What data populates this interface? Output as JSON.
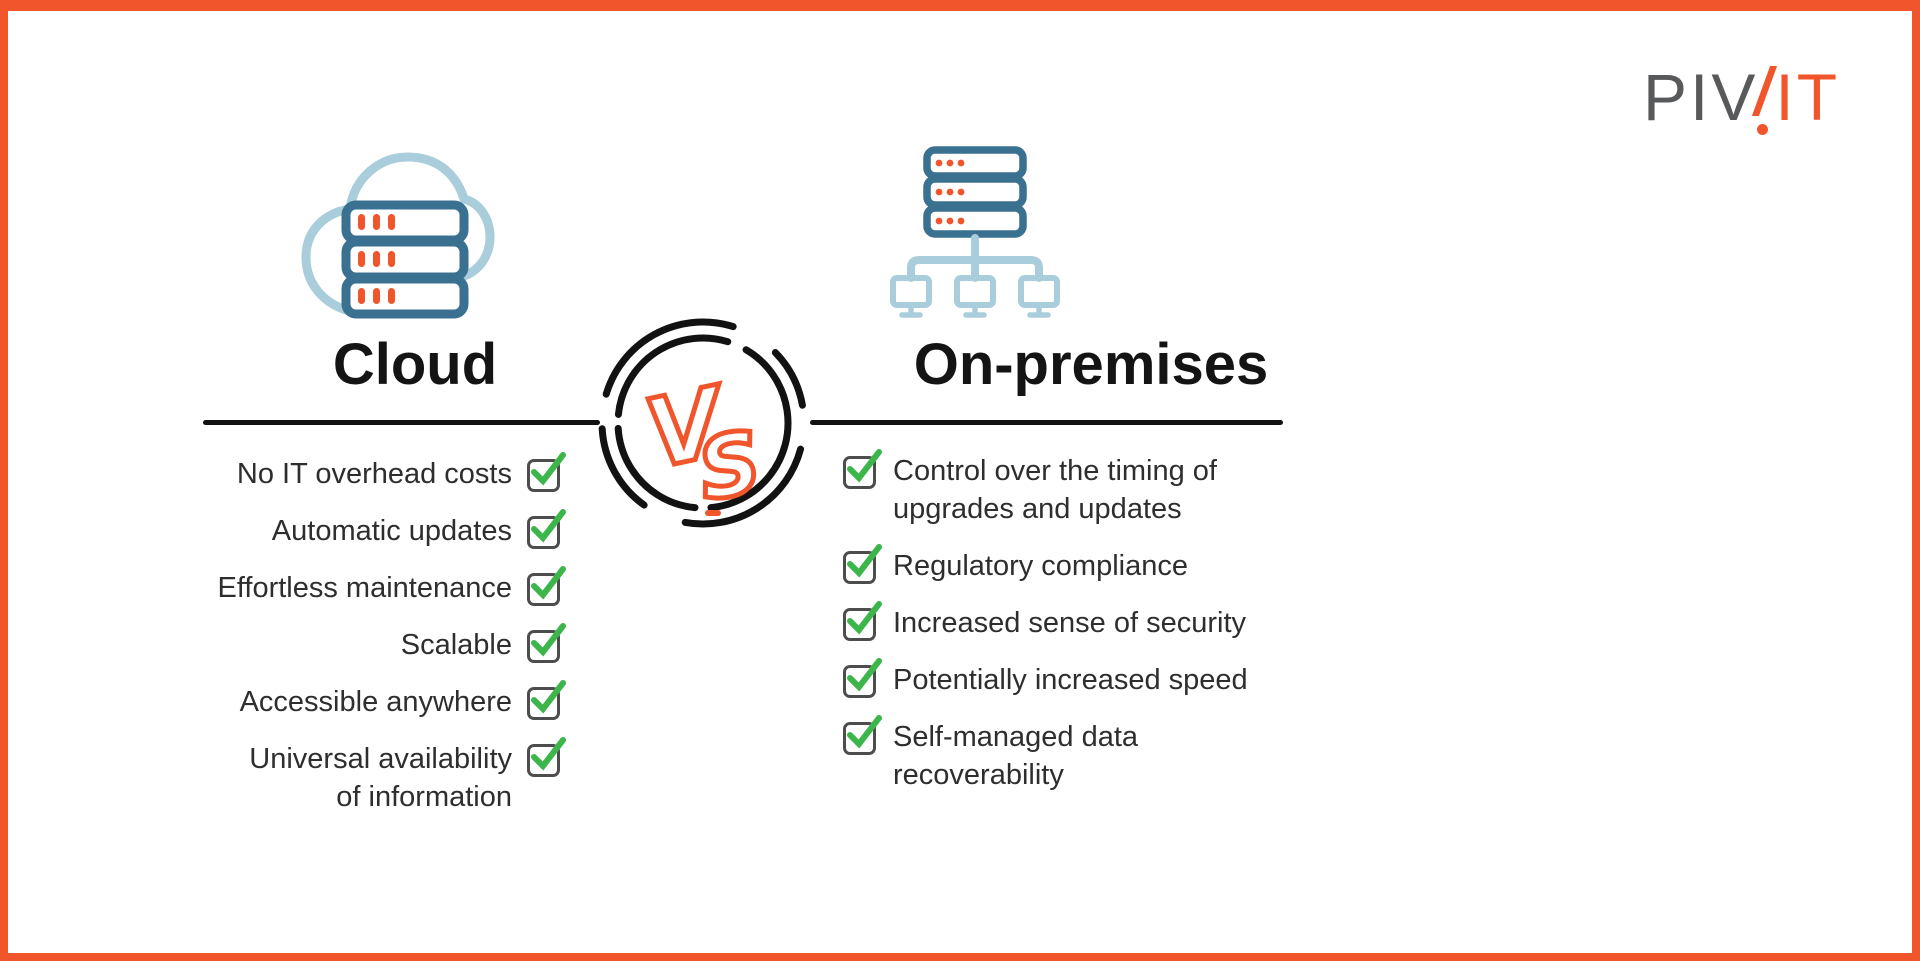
{
  "logo": {
    "gray_part": "PIV",
    "orange_part": "IT",
    "accent_color": "#F0552B",
    "gray_color": "#58595B"
  },
  "versus": {
    "v": "V",
    "s": "S"
  },
  "cloud": {
    "title": "Cloud",
    "icon": "cloud-server-icon",
    "items": [
      "No IT overhead costs",
      "Automatic updates",
      "Effortless maintenance",
      "Scalable",
      "Accessible anywhere",
      "Universal availability\nof information"
    ]
  },
  "on_premises": {
    "title": "On-premises",
    "icon": "server-network-icon",
    "items": [
      "Control over the timing of\nupgrades and updates",
      "Regulatory compliance",
      "Increased sense of security",
      "Potentially increased speed",
      "Self-managed data\nrecoverability"
    ]
  },
  "colors": {
    "accent_orange": "#F0552B",
    "steel_blue": "#3A7191",
    "light_blue": "#A9CDDA",
    "check_green": "#3CB54A",
    "checkbox_border": "#4D4D4D",
    "divider_black": "#121212"
  }
}
